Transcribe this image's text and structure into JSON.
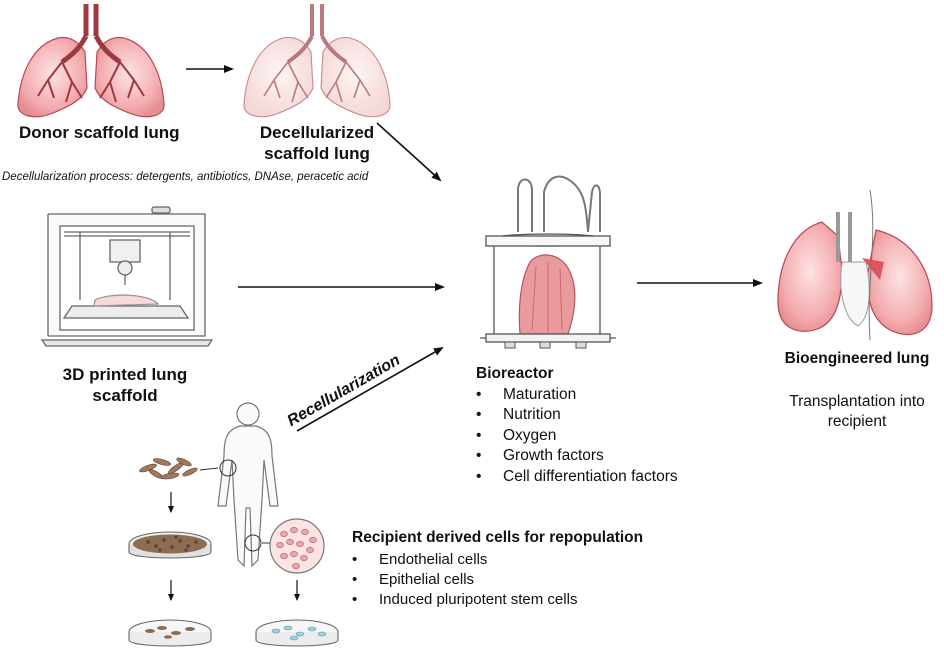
{
  "donor": {
    "label": "Donor scaffold lung"
  },
  "decell": {
    "label_line1": "Decellularized",
    "label_line2": "scaffold lung"
  },
  "process_note": "Decellularization process: detergents, antibiotics, DNAse, peracetic acid",
  "printed": {
    "label_line1": "3D printed lung",
    "label_line2": "scaffold"
  },
  "recellularization": "Recellularization",
  "bioreactor": {
    "title": "Bioreactor",
    "items": [
      "Maturation",
      "Nutrition",
      "Oxygen",
      "Growth factors",
      "Cell differentiation factors"
    ]
  },
  "bioengineered": {
    "title": "Bioengineered lung",
    "caption_line1": "Transplantation into",
    "caption_line2": "recipient"
  },
  "cells": {
    "title": "Recipient derived cells for repopulation",
    "items": [
      "Endothelial cells",
      "Epithelial cells",
      "Induced pluripotent stem cells"
    ]
  },
  "colors": {
    "lung_fill": "#f3a9ac",
    "lung_stroke": "#b54b52",
    "lung_pale_fill": "#f8e3e2",
    "airway": "#9c3a42",
    "arrow": "#111111"
  }
}
